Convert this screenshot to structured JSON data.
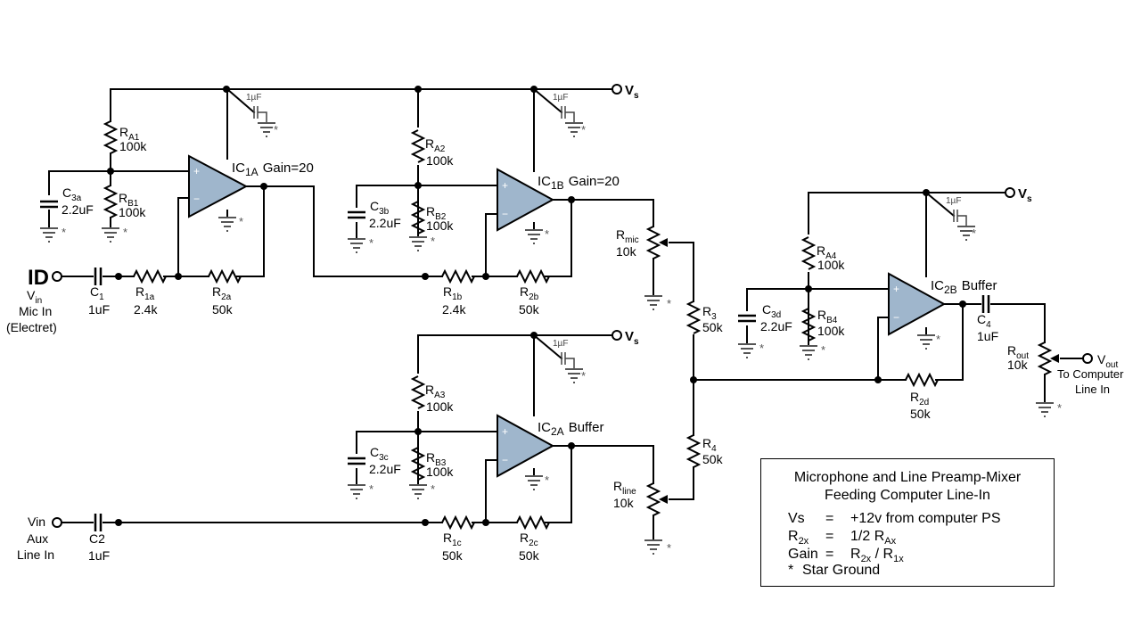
{
  "supply_label": "V",
  "supply_sub": "s",
  "star": "*",
  "bypass_cap": "1µF",
  "plus": "+",
  "minus": "−",
  "mic_symbol": "ID",
  "inputs": {
    "mic": {
      "main": "V",
      "sub": "in",
      "line2": "Mic In",
      "line3": "(Electret)"
    },
    "aux": {
      "main": "Vin",
      "line2": "Aux",
      "line3": "Line In"
    }
  },
  "output": {
    "main": "V",
    "sub": "out",
    "line2": "To Computer",
    "line3": "Line In"
  },
  "opamps": {
    "ic1a": {
      "main": "IC",
      "sub": "1A",
      "note": "Gain=20"
    },
    "ic1b": {
      "main": "IC",
      "sub": "1B",
      "note": "Gain=20"
    },
    "ic2a": {
      "main": "IC",
      "sub": "2A",
      "note": "Buffer"
    },
    "ic2b": {
      "main": "IC",
      "sub": "2B",
      "note": "Buffer"
    }
  },
  "components": {
    "ra1": {
      "main": "R",
      "sub": "A1",
      "value": "100k"
    },
    "rb1": {
      "main": "R",
      "sub": "B1",
      "value": "100k"
    },
    "c3a": {
      "main": "C",
      "sub": "3a",
      "value": "2.2uF"
    },
    "c1": {
      "main": "C",
      "sub": "1",
      "value": "1uF"
    },
    "r1a": {
      "main": "R",
      "sub": "1a",
      "value": "2.4k"
    },
    "r2a": {
      "main": "R",
      "sub": "2a",
      "value": "50k"
    },
    "ra2": {
      "main": "R",
      "sub": "A2",
      "value": "100k"
    },
    "rb2": {
      "main": "R",
      "sub": "B2",
      "value": "100k"
    },
    "c3b": {
      "main": "C",
      "sub": "3b",
      "value": "2.2uF"
    },
    "r1b": {
      "main": "R",
      "sub": "1b",
      "value": "2.4k"
    },
    "r2b": {
      "main": "R",
      "sub": "2b",
      "value": "50k"
    },
    "rmic": {
      "main": "R",
      "sub": "mic",
      "value": "10k"
    },
    "r3": {
      "main": "R",
      "sub": "3",
      "value": "50k"
    },
    "r4": {
      "main": "R",
      "sub": "4",
      "value": "50k"
    },
    "ra3": {
      "main": "R",
      "sub": "A3",
      "value": "100k"
    },
    "rb3": {
      "main": "R",
      "sub": "B3",
      "value": "100k"
    },
    "c3c": {
      "main": "C",
      "sub": "3c",
      "value": "2.2uF"
    },
    "c2": {
      "main": "C2",
      "value": "1uF"
    },
    "r1c": {
      "main": "R",
      "sub": "1c",
      "value": "50k"
    },
    "r2c": {
      "main": "R",
      "sub": "2c",
      "value": "50k"
    },
    "rline": {
      "main": "R",
      "sub": "line",
      "value": "10k"
    },
    "ra4": {
      "main": "R",
      "sub": "A4",
      "value": "100k"
    },
    "rb4": {
      "main": "R",
      "sub": "B4",
      "value": "100k"
    },
    "c3d": {
      "main": "C",
      "sub": "3d",
      "value": "2.2uF"
    },
    "r2d": {
      "main": "R",
      "sub": "2d",
      "value": "50k"
    },
    "c4": {
      "main": "C",
      "sub": "4",
      "value": "1uF"
    },
    "rout": {
      "main": "R",
      "sub": "out",
      "value": "10k"
    }
  },
  "legend": {
    "title_line1": "Microphone and Line Preamp-Mixer",
    "title_line2": "Feeding Computer Line-In",
    "vs_key": "Vs",
    "eq": "=",
    "vs_value": "+12v from computer PS",
    "r2x_main": "R",
    "r2x_sub": "2x",
    "r2x_value_pre": "1/2 R",
    "r2x_value_sub": "Ax",
    "gain_key": "Gain",
    "gain_r2x": "R",
    "gain_r2x_sub": "2x",
    "gain_slash": " / R",
    "gain_r1x_sub": "1x",
    "star_key": "*",
    "star_value": "Star Ground"
  }
}
